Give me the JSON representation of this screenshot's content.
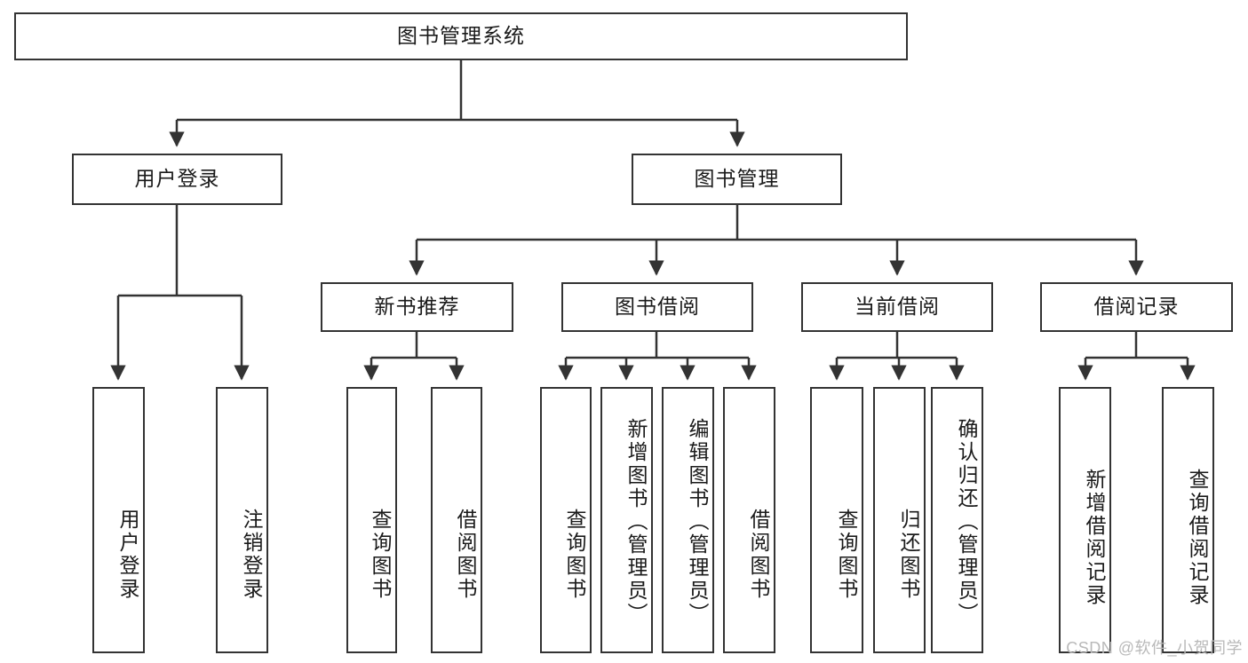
{
  "diagram": {
    "type": "tree-hierarchy-chart",
    "title": "图书管理系统",
    "root": {
      "id": "root",
      "label": "图书管理系统",
      "orientation": "horizontal"
    },
    "level2": [
      {
        "id": "user-login",
        "label": "用户登录",
        "orientation": "horizontal"
      },
      {
        "id": "book-manage",
        "label": "图书管理",
        "orientation": "horizontal"
      }
    ],
    "level3": [
      {
        "id": "new-book-recommend",
        "label": "新书推荐",
        "orientation": "horizontal"
      },
      {
        "id": "book-borrow",
        "label": "图书借阅",
        "orientation": "horizontal"
      },
      {
        "id": "current-borrow",
        "label": "当前借阅",
        "orientation": "horizontal"
      },
      {
        "id": "borrow-record",
        "label": "借阅记录",
        "orientation": "horizontal"
      }
    ],
    "leaves": [
      {
        "id": "leaf-user-login",
        "label": "用户登录",
        "orientation": "vertical",
        "parent": "user-login"
      },
      {
        "id": "leaf-user-logout",
        "label": "注销登录",
        "orientation": "vertical",
        "parent": "user-login"
      },
      {
        "id": "leaf-query-book-1",
        "label": "查询图书",
        "orientation": "vertical",
        "parent": "new-book-recommend"
      },
      {
        "id": "leaf-borrow-book-1",
        "label": "借阅图书",
        "orientation": "vertical",
        "parent": "new-book-recommend"
      },
      {
        "id": "leaf-query-book-2",
        "label": "查询图书",
        "orientation": "vertical",
        "parent": "book-borrow"
      },
      {
        "id": "leaf-add-book",
        "label": "新增图书（管理员）",
        "orientation": "vertical",
        "parent": "book-borrow"
      },
      {
        "id": "leaf-edit-book",
        "label": "编辑图书（管理员）",
        "orientation": "vertical",
        "parent": "book-borrow"
      },
      {
        "id": "leaf-borrow-book-2",
        "label": "借阅图书",
        "orientation": "vertical",
        "parent": "book-borrow"
      },
      {
        "id": "leaf-query-book-3",
        "label": "查询图书",
        "orientation": "vertical",
        "parent": "current-borrow"
      },
      {
        "id": "leaf-return-book",
        "label": "归还图书",
        "orientation": "vertical",
        "parent": "current-borrow"
      },
      {
        "id": "leaf-confirm-return",
        "label": "确认归还（管理员）",
        "orientation": "vertical",
        "parent": "current-borrow"
      },
      {
        "id": "leaf-add-record",
        "label": "新增借阅记录",
        "orientation": "vertical",
        "parent": "borrow-record"
      },
      {
        "id": "leaf-query-record",
        "label": "查询借阅记录",
        "orientation": "vertical",
        "parent": "borrow-record"
      }
    ]
  },
  "watermark": {
    "text": "CSDN @软件_小贺同学"
  },
  "colors": {
    "box_border": "#333333",
    "box_fill": "#ffffff",
    "text": "#1a1a1a",
    "connector": "#333333",
    "watermark": "#b9b9b9",
    "background": "#ffffff"
  }
}
